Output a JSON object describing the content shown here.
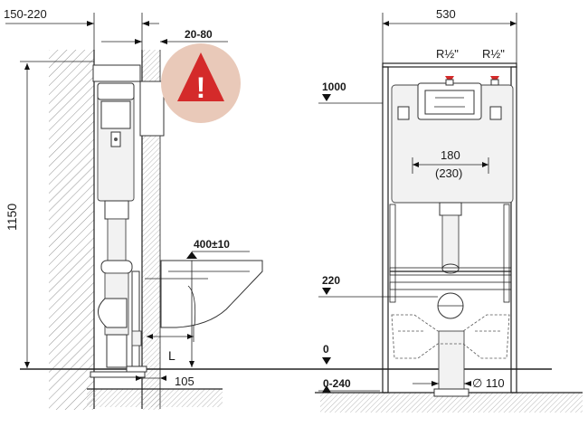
{
  "side_view": {
    "wall_depth_label": "150-220",
    "gap_label": "20-80",
    "height_label": "1150",
    "bowl_height_label": "400±10",
    "bowl_length_label": "L",
    "floor_offset_label": "105"
  },
  "front_view": {
    "width_label": "530",
    "valve_left_label": "R½\"",
    "valve_right_label": "R½\"",
    "tank_height_label": "1000",
    "bracket_spacing_label": "180",
    "bracket_spacing_alt_label": "(230)",
    "drain_height_label": "220",
    "floor_level_label": "0",
    "floor_adjust_label": "0-240",
    "pipe_diameter_label": "∅ 110"
  },
  "warning": {
    "symbol": "!",
    "circle_color": "#e9c9b9",
    "triangle_color": "#d42a2a"
  }
}
